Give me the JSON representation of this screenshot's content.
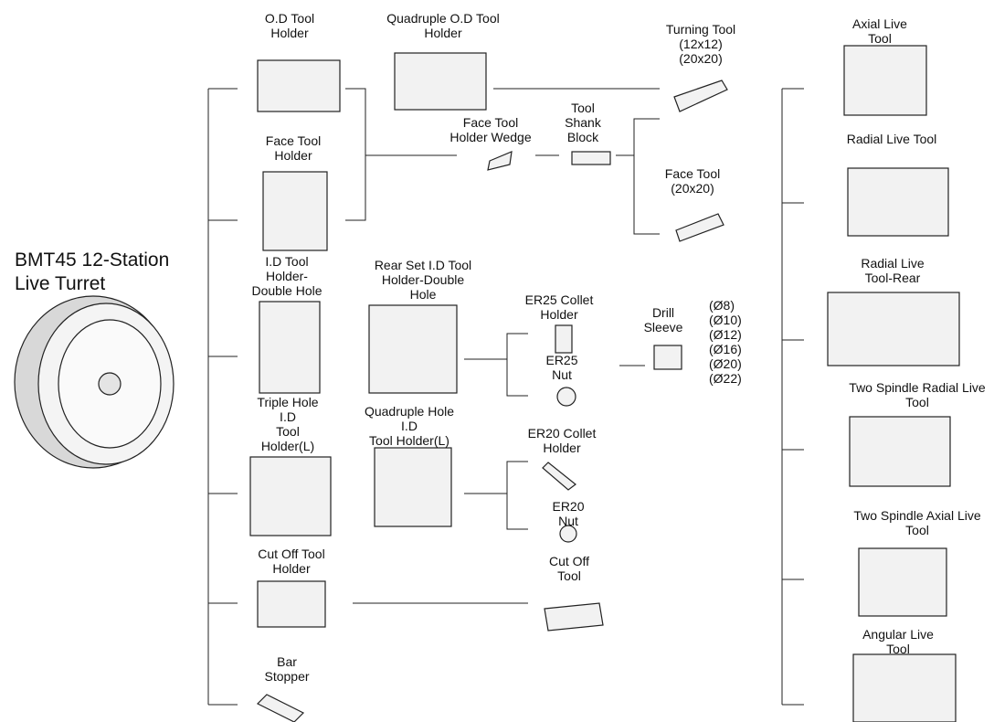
{
  "title": [
    "BMT45 12-Station",
    "Live Turret"
  ],
  "holders": {
    "od": [
      "O.D Tool",
      "Holder"
    ],
    "quad_od": [
      "Quadruple O.D Tool",
      "Holder"
    ],
    "face": [
      "Face Tool",
      "Holder"
    ],
    "face_wedge": [
      "Face Tool",
      "Holder Wedge"
    ],
    "shank_block": [
      "Tool",
      "Shank",
      "Block"
    ],
    "id_double": [
      "I.D Tool",
      "Holder-",
      "Double Hole"
    ],
    "rear_id_double": [
      "Rear Set I.D Tool",
      "Holder-Double",
      "Hole"
    ],
    "triple_id": [
      "Triple Hole",
      "I.D",
      "Tool",
      "Holder(L)"
    ],
    "quad_id": [
      "Quadruple Hole",
      "I.D",
      "Tool Holder(L)"
    ],
    "cutoff_holder": [
      "Cut Off Tool",
      "Holder"
    ],
    "bar_stopper": [
      "Bar",
      "Stopper"
    ]
  },
  "tools": {
    "turning": [
      "Turning Tool",
      "(12x12)",
      "(20x20)"
    ],
    "face_tool": [
      "Face Tool",
      "(20x20)"
    ],
    "er25_holder": [
      "ER25 Collet",
      "Holder"
    ],
    "er25_nut": [
      "ER25",
      "Nut"
    ],
    "drill_sleeve": [
      "Drill",
      "Sleeve"
    ],
    "drill_sizes": [
      "(Ø8)",
      "(Ø10)",
      "(Ø12)",
      "(Ø16)",
      "(Ø20)",
      "(Ø22)"
    ],
    "er20_holder": [
      "ER20 Collet",
      "Holder"
    ],
    "er20_nut": [
      "ER20",
      "Nut"
    ],
    "cutoff_tool": [
      "Cut Off",
      "Tool"
    ]
  },
  "live_tools": {
    "axial": [
      "Axial Live",
      "Tool"
    ],
    "radial": [
      "Radial Live Tool"
    ],
    "radial_rear": [
      "Radial Live",
      "Tool-Rear"
    ],
    "two_spindle_radial": [
      "Two Spindle Radial Live",
      "Tool"
    ],
    "two_spindle_axial": [
      "Two Spindle Axial Live",
      "Tool"
    ],
    "angular": [
      "Angular Live",
      "Tool"
    ]
  },
  "colors": {
    "line": "#222222",
    "part_fill": "#f4f4f4",
    "part_shade": "#d8d8d8",
    "accent": "#1f6fd1"
  }
}
